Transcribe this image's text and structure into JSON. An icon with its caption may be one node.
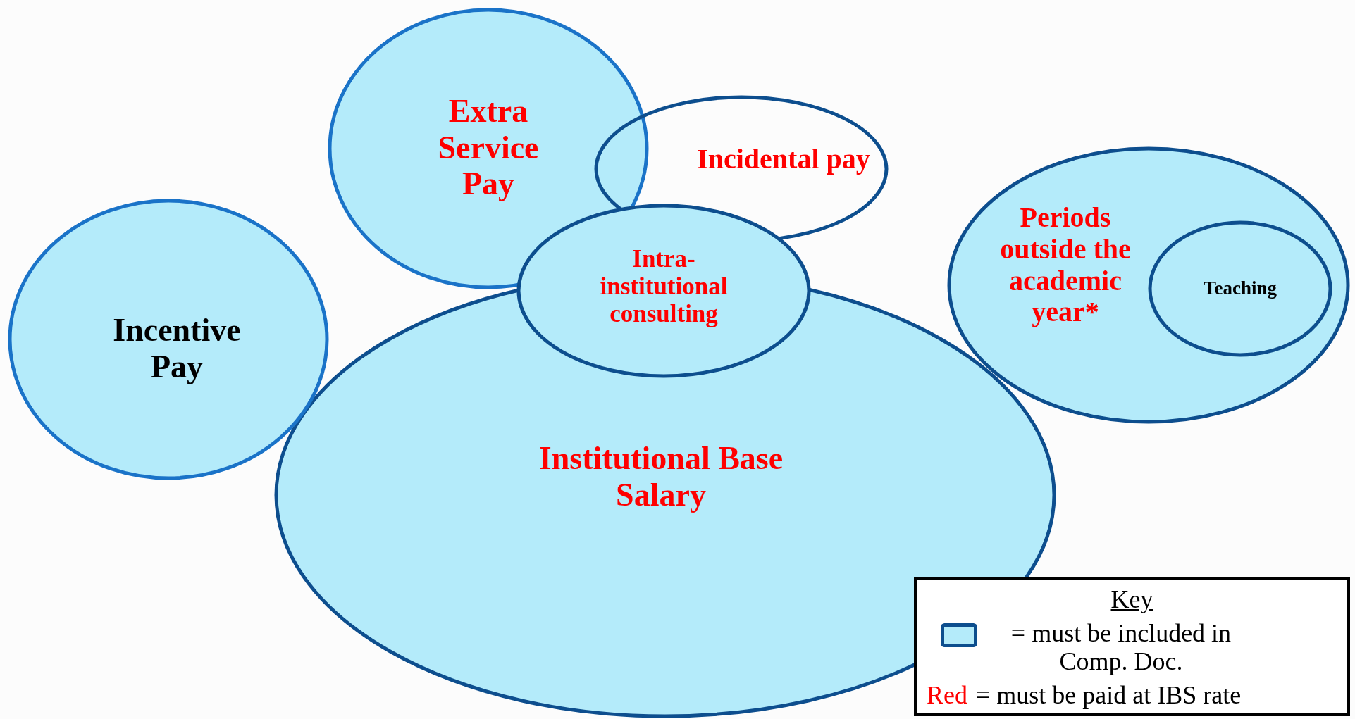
{
  "diagram": {
    "nodes": [
      {
        "text": [
          "Extra Service Pay"
        ]
      },
      {
        "text": [
          "Incidental pay"
        ]
      },
      {
        "text": [
          "Periods outside the academic year*"
        ]
      },
      {
        "text": [
          "Teaching"
        ],
        "in": 2
      },
      {
        "text": [
          "Intra-institutional consulting"
        ]
      },
      {
        "text": [
          "Incentive Pay"
        ]
      },
      {
        "text": [
          "Institutional Base Salary"
        ]
      }
    ],
    "labels": [
      "Key",
      "Red",
      "= must be paid at IBS rate"
    ],
    "legend": [
      {
        "text": "= must be included in Comp. Doc.",
        "color": "#b4ebfa"
      }
    ]
  }
}
